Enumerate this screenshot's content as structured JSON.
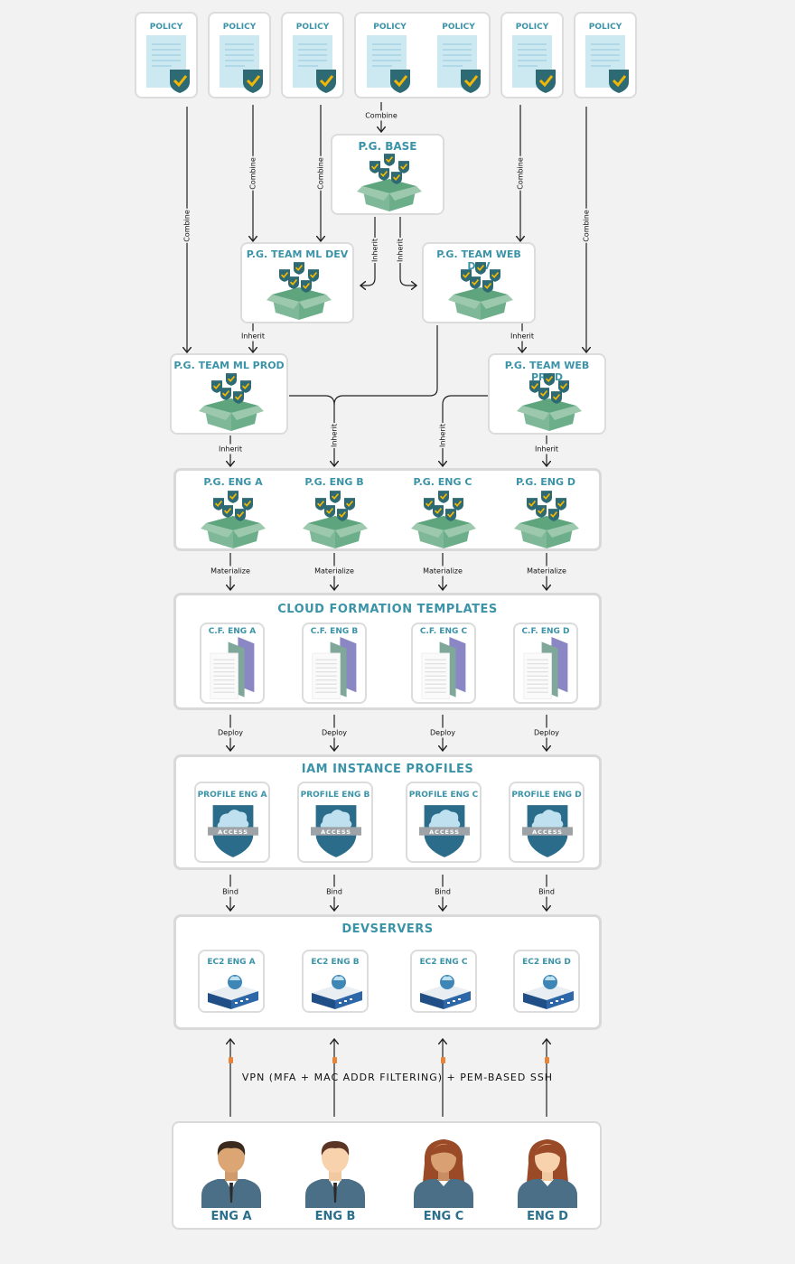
{
  "policies": [
    "POLICY",
    "POLICY",
    "POLICY",
    "POLICY",
    "POLICY",
    "POLICY",
    "POLICY"
  ],
  "edges": {
    "combine": "Combine",
    "inherit": "Inherit",
    "materialize": "Materialize",
    "deploy": "Deploy",
    "bind": "Bind"
  },
  "groups": {
    "base": "P.G. BASE",
    "ml_dev": "P.G. TEAM ML DEV",
    "web_dev": "P.G. TEAM WEB DEV",
    "ml_prod": "P.G. TEAM ML PROD",
    "web_prod": "P.G. TEAM WEB PROD"
  },
  "eng_groups": [
    "P.G. ENG A",
    "P.G. ENG B",
    "P.G. ENG C",
    "P.G. ENG D"
  ],
  "cf": {
    "title": "CLOUD FORMATION TEMPLATES",
    "items": [
      "C.F. ENG A",
      "C.F. ENG B",
      "C.F. ENG C",
      "C.F. ENG D"
    ]
  },
  "iam": {
    "title": "IAM INSTANCE PROFILES",
    "items": [
      "PROFILE ENG A",
      "PROFILE ENG B",
      "PROFILE ENG C",
      "PROFILE ENG D"
    ],
    "badge": "ACCESS"
  },
  "dev": {
    "title": "DEVSERVERS",
    "items": [
      "EC2 ENG A",
      "EC2 ENG B",
      "EC2 ENG C",
      "EC2 ENG D"
    ]
  },
  "vpn": "VPN (MFA + MAC ADDR FILTERING) + PEM-BASED SSH",
  "engineers": [
    "ENG A",
    "ENG B",
    "ENG C",
    "ENG D"
  ],
  "colors": {
    "accent": "#3b93a8",
    "box": "#7fb898",
    "shield": "#2d6a73",
    "check": "#f2b705",
    "doc": "#cce9f2"
  }
}
